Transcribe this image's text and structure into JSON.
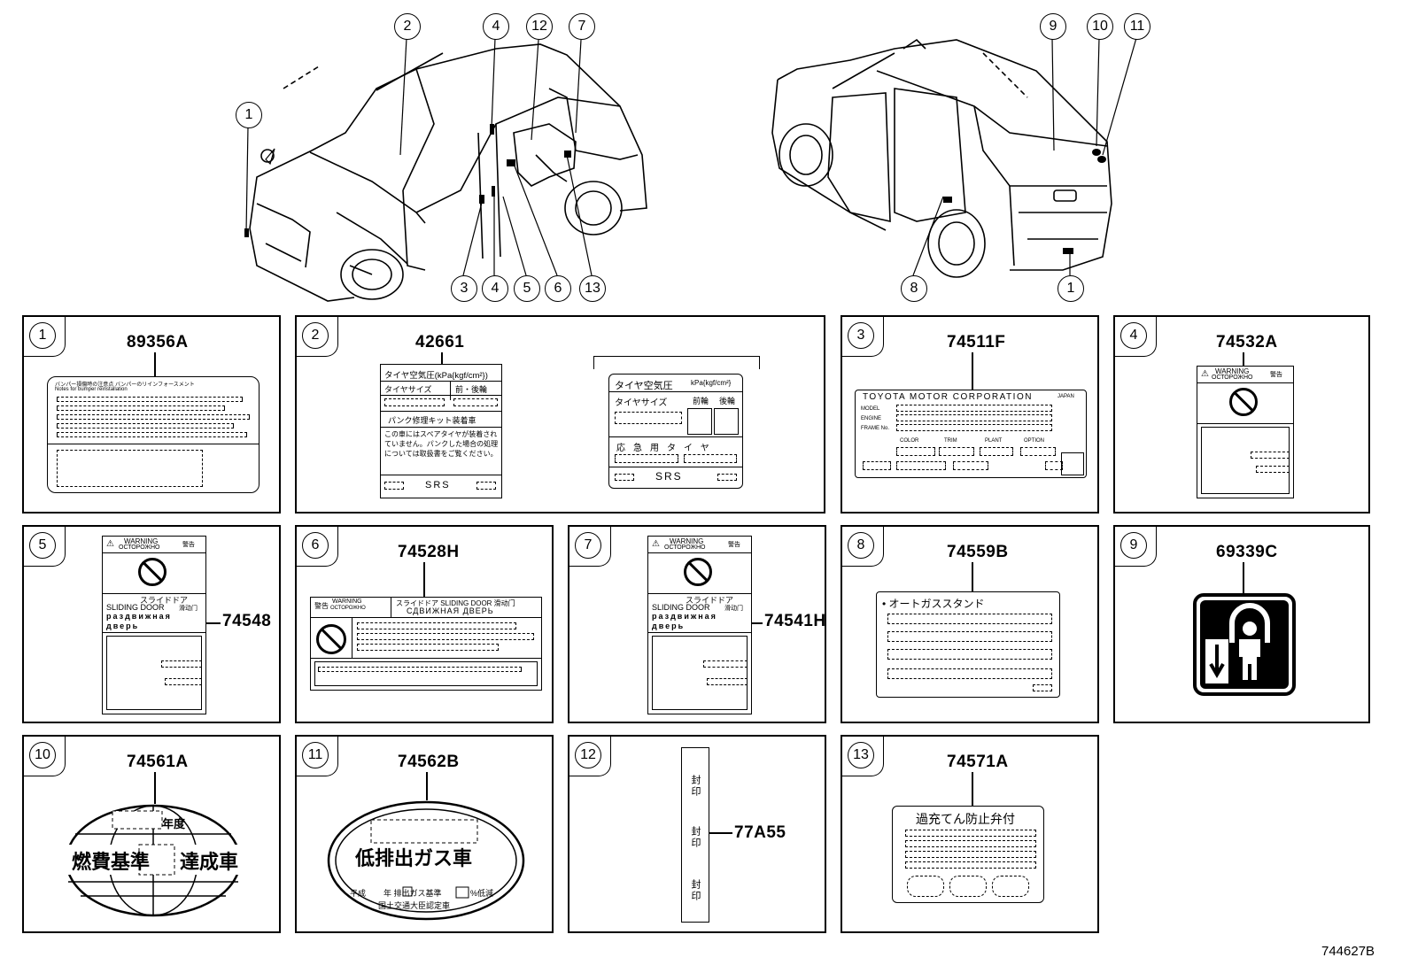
{
  "drawing_id": "744627B",
  "callouts": {
    "front": [
      "1",
      "2",
      "4",
      "12",
      "7",
      "3",
      "4",
      "5",
      "6",
      "13"
    ],
    "rear": [
      "9",
      "10",
      "11",
      "8",
      "1"
    ]
  },
  "panels": [
    {
      "index": "1",
      "part": "89356A",
      "text": {
        "l1": "バンパー損傷時の注意点 バンパーのリインフォースメント",
        "l2": "Notes for bumper reinstallation"
      }
    },
    {
      "index": "2",
      "part": "42661",
      "label_a": {
        "title": "タイヤ空気圧(kPa{kgf/cm²})",
        "size": "タイヤサイズ",
        "fr": "前・後輪",
        "kit": "パンク修理キット装着車",
        "note": "この車にはスペアタイヤが装着されていません。パンクした場合の処理については取扱書をご覧ください。",
        "srs": "SRS"
      },
      "label_b": {
        "title": "タイヤ空気圧",
        "unit": "kPa{kgf/cm²}",
        "size": "タイヤサイズ",
        "front": "前輪",
        "rear": "後輪",
        "spare": "応急用タイヤ",
        "srs": "SRS"
      }
    },
    {
      "index": "3",
      "part": "74511F",
      "plate": {
        "maker": "TOYOTA MOTOR CORPORATION",
        "country": "JAPAN",
        "model": "MODEL",
        "engine": "ENGINE",
        "frame": "FRAME No.",
        "color": "COLOR",
        "trim": "TRIM",
        "plant": "PLANT",
        "option": "OPTION"
      }
    },
    {
      "index": "4",
      "part": "74532A",
      "warning": "WARNING",
      "warning_ru": "ОСТОРОЖНО",
      "warning_jp": "警告"
    },
    {
      "index": "5",
      "part": "74548",
      "warning": "WARNING",
      "warning_ru": "ОСТОРОЖНО",
      "warning_jp": "警告",
      "door_jp": "スライドドア",
      "door_en": "SLIDING DOOR",
      "door_cn": "滑动门",
      "door_ru1": "раздвижная",
      "door_ru2": "дверь"
    },
    {
      "index": "6",
      "part": "74528H",
      "warning_jp": "警告",
      "warning": "WARNING",
      "warning_ru": "ОСТОРОЖНО",
      "door_line": "スライドドア  SLIDING DOOR  滑动门",
      "door_ru": "СДВИЖНАЯ  ДВЕРЬ"
    },
    {
      "index": "7",
      "part": "74541H",
      "warning": "WARNING",
      "warning_ru": "ОСТОРОЖНО",
      "warning_jp": "警告",
      "door_jp": "スライドドア",
      "door_en": "SLIDING DOOR",
      "door_cn": "滑动门",
      "door_ru1": "раздвижная",
      "door_ru2": "дверь"
    },
    {
      "index": "8",
      "part": "74559B",
      "title": "• オートガススタンド"
    },
    {
      "index": "9",
      "part": "69339C"
    },
    {
      "index": "10",
      "part": "74561A",
      "year": "年度",
      "text_left": "燃費基準",
      "text_right": "達成車"
    },
    {
      "index": "11",
      "part": "74562B",
      "main": "低排出ガス車",
      "line1a": "平成",
      "line1b": "年 排出ガス基準",
      "line1c": "%低減",
      "line2": "国土交通大臣認定車"
    },
    {
      "index": "12",
      "part": "77A55",
      "seal": [
        "封印",
        "封印",
        "封印"
      ]
    },
    {
      "index": "13",
      "part": "74571A",
      "title": "過充てん防止弁付"
    }
  ]
}
